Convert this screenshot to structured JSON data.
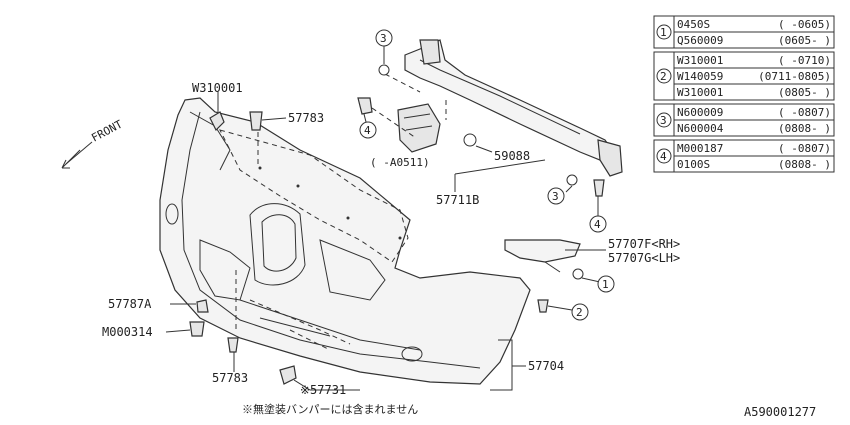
{
  "front_label": "FRONT",
  "doc_code": "A590001277",
  "footnote": "※無塗装バンパーには含まれません",
  "callouts": {
    "w310001": "W310001",
    "p57783_top": "57783",
    "p59088": "59088",
    "p57711b_range": "( -A0511)",
    "p57711b": "57711B",
    "p57707f": "57707F<RH>",
    "p57707g": "57707G<LH>",
    "p57787a": "57787A",
    "m000314": "M000314",
    "p57783_bot": "57783",
    "p57731": "※57731",
    "p57704": "57704"
  },
  "circle_marks": {
    "c1": "1",
    "c2": "2",
    "c3a": "3",
    "c3b": "3",
    "c4a": "4",
    "c4b": "4"
  },
  "legend": [
    {
      "num": "1",
      "rows": [
        {
          "part": "0450S",
          "range": "( -0605)"
        },
        {
          "part": "Q560009",
          "range": "(0605- )"
        }
      ]
    },
    {
      "num": "2",
      "rows": [
        {
          "part": "W310001",
          "range": "( -0710)"
        },
        {
          "part": "W140059",
          "range": "(0711-0805)"
        },
        {
          "part": "W310001",
          "range": "(0805- )"
        }
      ]
    },
    {
      "num": "3",
      "rows": [
        {
          "part": "N600009",
          "range": "( -0807)"
        },
        {
          "part": "N600004",
          "range": "(0808- )"
        }
      ]
    },
    {
      "num": "4",
      "rows": [
        {
          "part": "M000187",
          "range": "( -0807)"
        },
        {
          "part": "0100S",
          "range": "(0808- )"
        }
      ]
    }
  ]
}
